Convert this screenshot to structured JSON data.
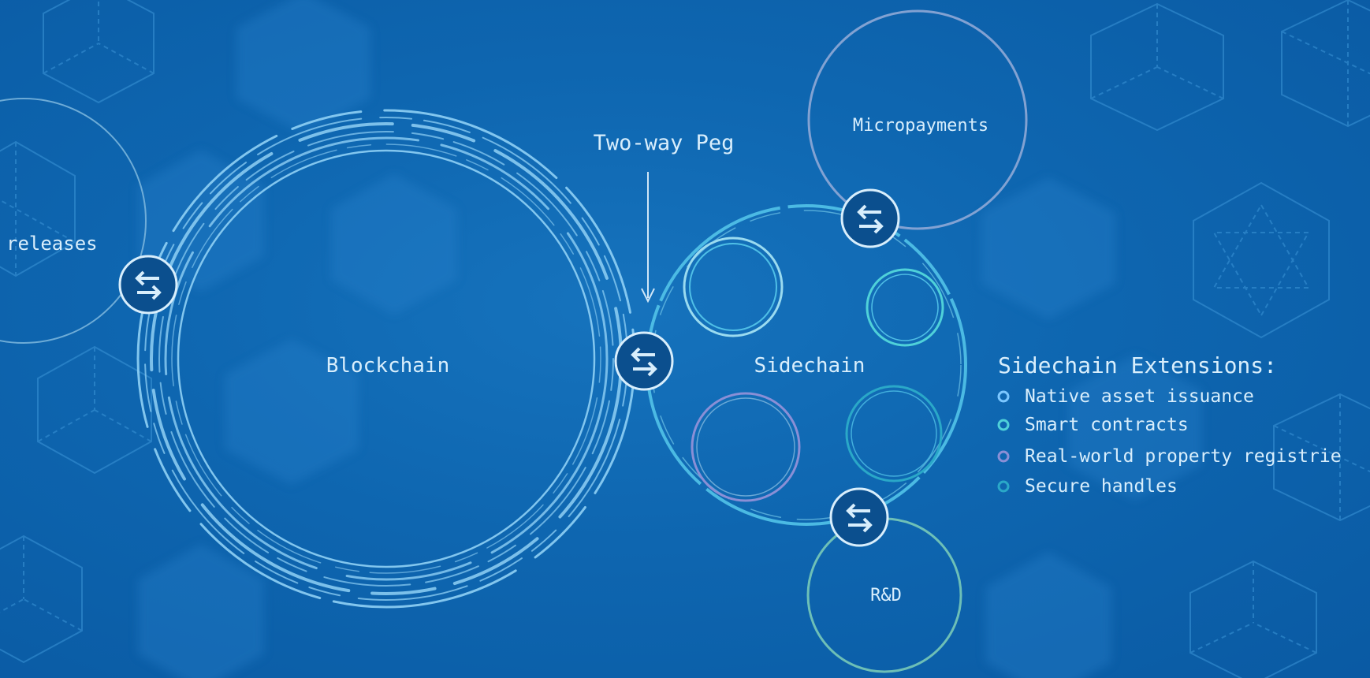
{
  "diagram": {
    "nodes": {
      "left_partial_label": "releases",
      "blockchain_label": "Blockchain",
      "peg_label": "Two-way Peg",
      "sidechain_label": "Sidechain",
      "micropayments_label": "Micropayments",
      "rnd_label": "R&D"
    },
    "extensions": {
      "title": "Sidechain Extensions:",
      "items": [
        {
          "label": "Native asset issuance",
          "color": "#7cc7ff"
        },
        {
          "label": "Smart contracts",
          "color": "#4fd1d9"
        },
        {
          "label": "Real-world property registrie",
          "color": "#8a8fd6"
        },
        {
          "label": "Secure handles",
          "color": "#2aa8c8"
        }
      ]
    },
    "colors": {
      "background": "#0e66b0",
      "ring": "#8fd0f5",
      "text": "#d8eefc",
      "connector_fill": "#0b4f8e"
    },
    "icons": {
      "connector": "swap-arrows-icon",
      "peg_pointer": "down-arrow-icon",
      "bullet": "circle-bullet-icon",
      "background_shape": "wireframe-cube-icon"
    }
  }
}
